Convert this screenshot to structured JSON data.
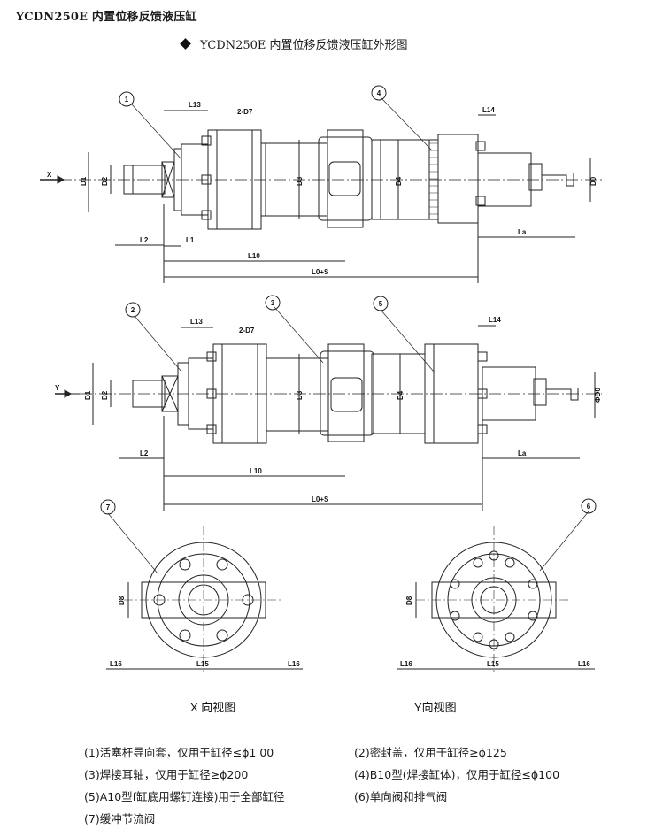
{
  "header": {
    "title": "YCDN250E 内置位移反馈液压缸"
  },
  "subtitle": {
    "text": "YCDN250E 内置位移反馈液压缸外形图"
  },
  "callouts": [
    "1",
    "2",
    "3",
    "4",
    "5",
    "6",
    "7"
  ],
  "dimensions": {
    "L13": "L13",
    "L14": "L14",
    "D7": "2-D7",
    "D1": "D1",
    "D2": "D2",
    "D3": "D3",
    "D4": "D4",
    "D0": "D0",
    "PhiD0": "ΦD0",
    "L1": "L1",
    "L2": "L2",
    "L10": "L10",
    "L0S": "L0+S",
    "La": "La",
    "D8": "D8",
    "L15": "L15",
    "L16": "L16"
  },
  "view_markers": {
    "x": "X",
    "y": "Y"
  },
  "view_labels": {
    "x_view": "X 向视图",
    "y_view": "Y向视图"
  },
  "notes": [
    "(1)活塞杆导向套，仅用于缸径≤ϕ1 00",
    "(2)密封盖，仅用于缸径≥ϕ125",
    "(3)焊接耳轴，仅用于缸径≥ϕ200",
    "(4)B10型(焊接缸体)，仅用于缸径≤ϕ100",
    "(5)A10型f缸底用螺钉连接)用于全部缸径",
    "(6)单向阀和排气阀",
    "(7)缓冲节流阀"
  ]
}
